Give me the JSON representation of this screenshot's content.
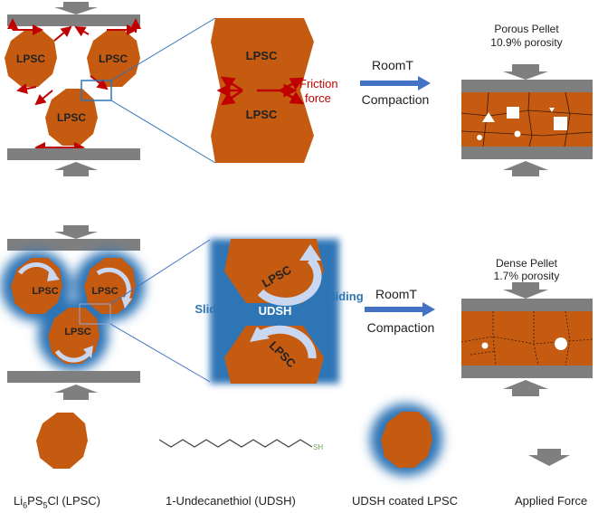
{
  "colors": {
    "particle": "#c55a11",
    "particle_edge": "#a84b0c",
    "plate": "#7f7f7f",
    "arrow_red": "#c00000",
    "arrow_blue": "#4472c4",
    "coating": "#2e75b6",
    "sliding_text": "#2e75b6",
    "rotation_arrow": "#c9d8f0"
  },
  "top_row": {
    "particle_label": "LPSC",
    "zoom_label": "LPSC",
    "friction_label_1": "Friction",
    "friction_label_2": "force",
    "process_label_1": "RoomT",
    "process_label_2": "Compaction",
    "result_title": "Porous Pellet",
    "result_porosity": "10.9% porosity"
  },
  "bottom_row": {
    "particle_label": "LPSC",
    "zoom_label": "LPSC",
    "sliding_label": "Sliding",
    "coating_label": "UDSH",
    "process_label_1": "RoomT",
    "process_label_2": "Compaction",
    "result_title": "Dense Pellet",
    "result_porosity": "1.7% porosity"
  },
  "legend": {
    "lpsc_prefix": "Li",
    "lpsc_sub1": "6",
    "lpsc_mid": "PS",
    "lpsc_sub2": "5",
    "lpsc_suffix": "Cl (LPSC)",
    "udsh": "1-Undecanethiol (UDSH)",
    "udsh_sh": "SH",
    "coated": "UDSH coated LPSC",
    "force": "Applied Force"
  }
}
